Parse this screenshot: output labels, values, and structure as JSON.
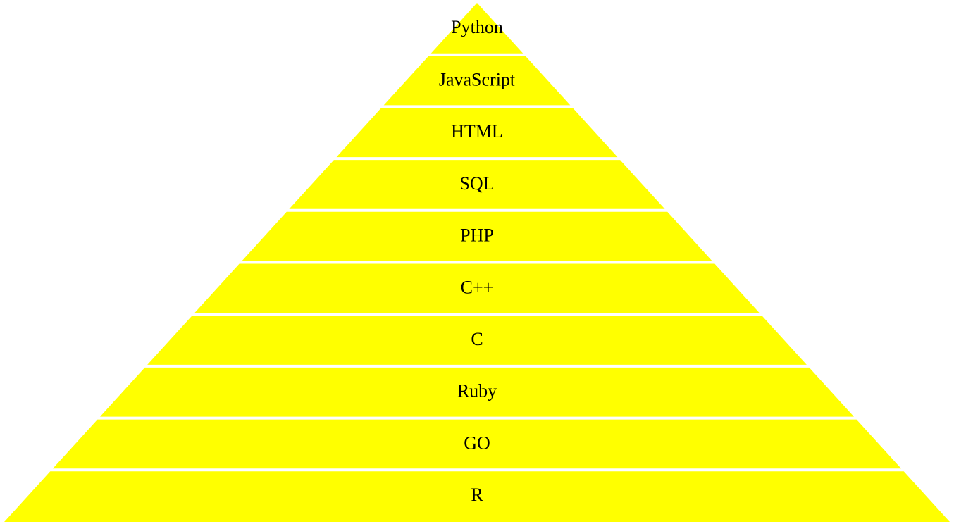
{
  "pyramid": {
    "fill_color": "#ffff00",
    "background_color": "#ffffff",
    "text_color": "#000000",
    "tiers": [
      {
        "label": "Python"
      },
      {
        "label": "JavaScript"
      },
      {
        "label": "HTML"
      },
      {
        "label": "SQL"
      },
      {
        "label": "PHP"
      },
      {
        "label": "C++"
      },
      {
        "label": "C"
      },
      {
        "label": "Ruby"
      },
      {
        "label": "GO"
      },
      {
        "label": "R"
      }
    ]
  }
}
